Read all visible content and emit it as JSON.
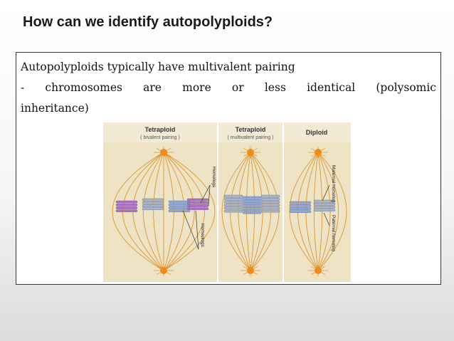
{
  "slide": {
    "title": "How can we identify autopolyploids?"
  },
  "body": {
    "line1": "Autopolyploids typically have multivalent pairing",
    "line2": "- chromosomes are more or less identical (polysomic",
    "line3": "inheritance)"
  },
  "figure": {
    "panels": [
      {
        "title": "Tetraploid",
        "subtitle": "( bivalent pairing )",
        "labels": [
          "Homologs",
          "Homeologs"
        ]
      },
      {
        "title": "Tetraploid",
        "subtitle": "( multivalent pairing )",
        "labels": []
      },
      {
        "title": "Diploid",
        "subtitle": "",
        "labels": [
          "Maternal homolog",
          "Paternal homolog"
        ]
      }
    ],
    "colors": {
      "background": "#efe3c6",
      "header_bg": "#f3ead6",
      "spindle": "#d9962c",
      "centrosome": "#f08a1a",
      "chrom_purple": "#b46bc8",
      "chrom_blue": "#8fa6d6",
      "chrom_grey": "#a9b4c9"
    }
  }
}
